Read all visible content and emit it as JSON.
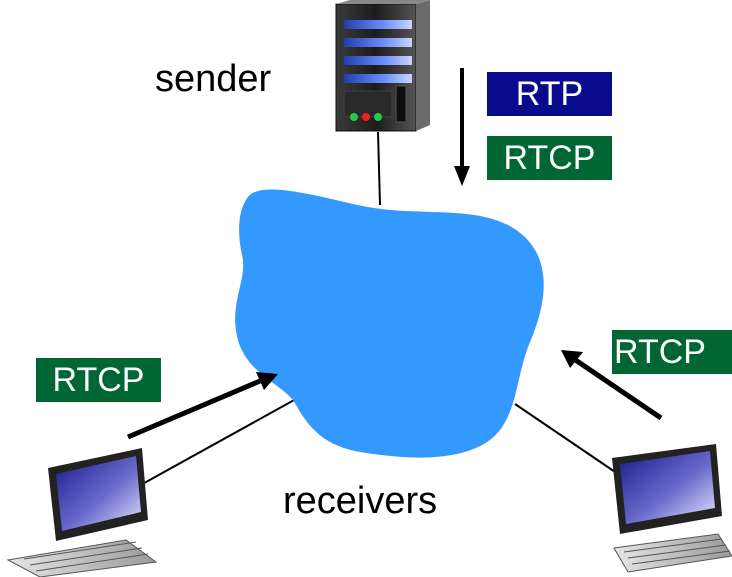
{
  "labels": {
    "sender": "sender",
    "receivers": "receivers"
  },
  "tags": {
    "sender_rtp": "RTP",
    "sender_rtcp": "RTCP",
    "left_rtcp": "RTCP",
    "right_rtcp": "RTCP"
  },
  "colors": {
    "rtp": "#0a0a8c",
    "rtcp": "#006633",
    "cloud": "#3399ff",
    "arrow": "#000000"
  },
  "icons": {
    "sender": "server-icon",
    "receiver_left": "laptop-icon",
    "receiver_right": "laptop-icon",
    "network": "network-cloud"
  }
}
